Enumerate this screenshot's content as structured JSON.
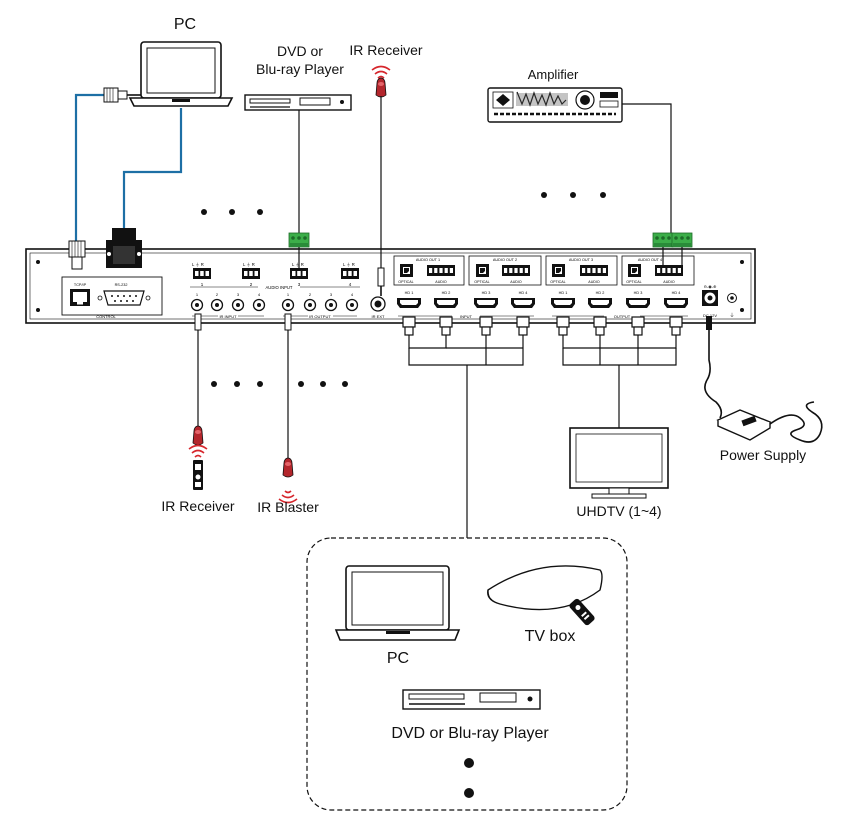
{
  "labels": {
    "pc_top": "PC",
    "dvd_top_line1": "DVD or",
    "dvd_top_line2": "Blu-ray Player",
    "ir_receiver_top": "IR Receiver",
    "amplifier": "Amplifier",
    "power_supply": "Power Supply",
    "uhdtv": "UHDTV (1~4)",
    "ir_receiver_bottom": "IR Receiver",
    "ir_blaster": "IR Blaster",
    "pc_bottom": "PC",
    "tv_box": "TV box",
    "dvd_bottom": "DVD or Blu-ray Player"
  },
  "panel": {
    "tcpip": "TCP/IP",
    "rs232": "RS-232",
    "control": "CONTROL",
    "audio_input": "AUDIO INPUT",
    "ir_input": "IR INPUT",
    "ir_output": "IR OUTPUT",
    "ir_ext": "IR EXT",
    "input": "INPUT",
    "output": "OUTPUT",
    "dc12v": "DC 12V",
    "optical": "OPTICAL",
    "audio": "AUDIO",
    "lr": "L  ⏚  R",
    "port_numbers": [
      "1",
      "2",
      "3",
      "4"
    ],
    "audio_outs": [
      "AUDIO OUT 1",
      "AUDIO OUT 2",
      "AUDIO OUT 3",
      "AUDIO OUT 4"
    ],
    "hd_in": [
      "HD 1",
      "HD 2",
      "HD 3",
      "HD 4"
    ],
    "hd_out": [
      "HD 1",
      "HD 2",
      "HD 3",
      "HD 4"
    ]
  },
  "colors": {
    "line": "#111111",
    "ethernet": "#1d6fa5",
    "terminal_green": "#3cae49",
    "ir_red": "#b3262c",
    "ir_wave": "#d6262c"
  }
}
